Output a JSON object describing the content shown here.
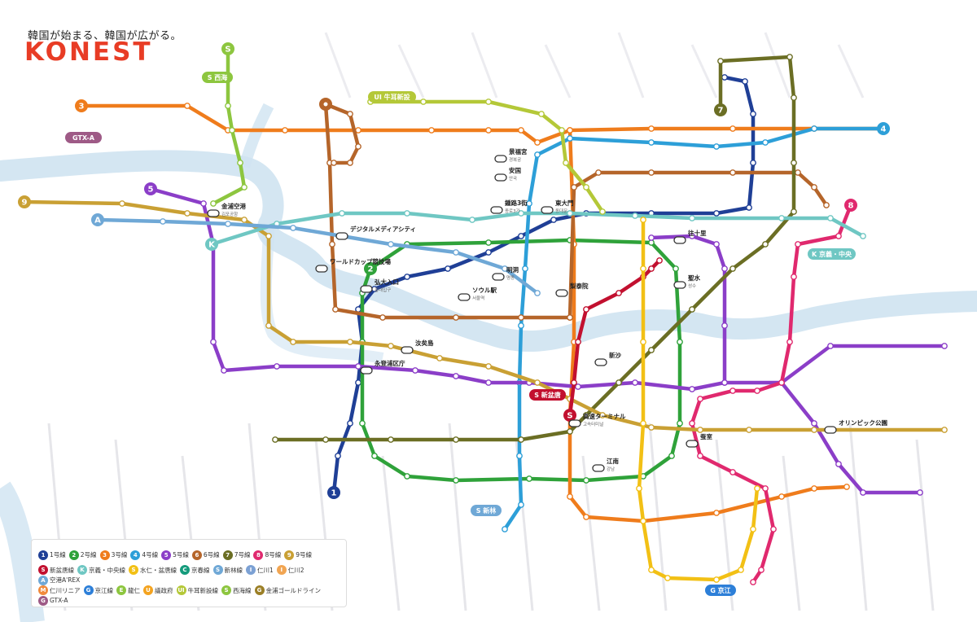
{
  "header": {
    "tagline": "韓国が始まる、韓国が広がる。",
    "logo": "KONEST"
  },
  "colors": {
    "river": "#cfe3f1",
    "line1": "#1f3f96",
    "line2": "#2fa23a",
    "line3": "#ef7c1c",
    "line4": "#2d9fd8",
    "line5": "#8b3ec8",
    "line6": "#b5652a",
    "line7": "#6b6e24",
    "line8": "#e0296e",
    "line9": "#c9a034",
    "shinbundang": "#c2102f",
    "gyeonguijungang": "#6fc7c3",
    "suinbundang": "#f2c015",
    "gyeongchun": "#159b7c",
    "airport": "#6fa8d6",
    "uisinseol": "#b4c838",
    "seohae": "#8dc63f",
    "gimpogold": "#9b7f26",
    "gtxa": "#9e5a86"
  },
  "lines": [
    {
      "id": "line1",
      "badge": "1",
      "color": "#1f3f96",
      "path": [
        [
          410,
          605
        ],
        [
          415,
          560
        ],
        [
          430,
          520
        ],
        [
          440,
          470
        ],
        [
          445,
          420
        ],
        [
          440,
          380
        ],
        [
          460,
          355
        ],
        [
          500,
          340
        ],
        [
          550,
          330
        ],
        [
          600,
          310
        ],
        [
          640,
          290
        ],
        [
          680,
          270
        ],
        [
          720,
          262
        ],
        [
          800,
          262
        ],
        [
          880,
          262
        ],
        [
          920,
          255
        ],
        [
          925,
          200
        ],
        [
          925,
          140
        ],
        [
          915,
          100
        ],
        [
          890,
          95
        ]
      ]
    },
    {
      "id": "line2",
      "badge": "2",
      "color": "#2fa23a",
      "path": [
        [
          455,
          330
        ],
        [
          500,
          300
        ],
        [
          600,
          298
        ],
        [
          700,
          295
        ],
        [
          800,
          298
        ],
        [
          830,
          330
        ],
        [
          835,
          420
        ],
        [
          835,
          520
        ],
        [
          825,
          560
        ],
        [
          790,
          585
        ],
        [
          720,
          590
        ],
        [
          650,
          588
        ],
        [
          560,
          590
        ],
        [
          500,
          585
        ],
        [
          460,
          560
        ],
        [
          445,
          520
        ],
        [
          445,
          420
        ],
        [
          445,
          360
        ],
        [
          455,
          330
        ]
      ]
    },
    {
      "id": "line3",
      "badge": "3",
      "color": "#ef7c1c",
      "path": [
        [
          100,
          130
        ],
        [
          230,
          130
        ],
        [
          280,
          160
        ],
        [
          350,
          160
        ],
        [
          440,
          160
        ],
        [
          530,
          160
        ],
        [
          600,
          160
        ],
        [
          640,
          160
        ],
        [
          660,
          175
        ],
        [
          700,
          160
        ],
        [
          800,
          158
        ],
        [
          900,
          158
        ],
        [
          1000,
          158
        ],
        [
          1085,
          158
        ]
      ]
    },
    {
      "id": "line3b",
      "badge": "",
      "color": "#ef7c1c",
      "path": [
        [
          700,
          160
        ],
        [
          705,
          300
        ],
        [
          705,
          420
        ],
        [
          700,
          510
        ],
        [
          700,
          610
        ],
        [
          720,
          635
        ],
        [
          790,
          640
        ],
        [
          880,
          630
        ],
        [
          960,
          610
        ],
        [
          1000,
          600
        ],
        [
          1040,
          598
        ]
      ]
    },
    {
      "id": "line4",
      "badge": "4",
      "color": "#2d9fd8",
      "path": [
        [
          1085,
          158
        ],
        [
          1000,
          158
        ],
        [
          940,
          175
        ],
        [
          880,
          180
        ],
        [
          800,
          175
        ],
        [
          700,
          170
        ],
        [
          660,
          190
        ],
        [
          650,
          250
        ],
        [
          645,
          330
        ],
        [
          640,
          400
        ],
        [
          638,
          470
        ],
        [
          638,
          560
        ],
        [
          640,
          620
        ],
        [
          620,
          650
        ]
      ]
    },
    {
      "id": "line5",
      "badge": "5",
      "color": "#8b3ec8",
      "path": [
        [
          185,
          232
        ],
        [
          250,
          250
        ],
        [
          262,
          300
        ],
        [
          262,
          420
        ],
        [
          275,
          455
        ],
        [
          340,
          450
        ],
        [
          440,
          450
        ],
        [
          510,
          455
        ],
        [
          560,
          462
        ],
        [
          600,
          470
        ],
        [
          650,
          470
        ],
        [
          710,
          475
        ],
        [
          780,
          470
        ],
        [
          850,
          478
        ],
        [
          890,
          470
        ],
        [
          890,
          400
        ],
        [
          890,
          330
        ],
        [
          880,
          300
        ],
        [
          850,
          290
        ],
        [
          800,
          292
        ]
      ]
    },
    {
      "id": "line5b",
      "badge": "",
      "color": "#8b3ec8",
      "path": [
        [
          890,
          470
        ],
        [
          960,
          470
        ],
        [
          1020,
          425
        ],
        [
          1160,
          425
        ]
      ]
    },
    {
      "id": "line5c",
      "badge": "",
      "color": "#8b3ec8",
      "path": [
        [
          960,
          470
        ],
        [
          1000,
          520
        ],
        [
          1030,
          570
        ],
        [
          1060,
          605
        ],
        [
          1130,
          605
        ]
      ]
    },
    {
      "id": "line6",
      "badge": "6",
      "color": "#b5652a",
      "path": [
        [
          400,
          128
        ],
        [
          405,
          200
        ],
        [
          408,
          300
        ],
        [
          412,
          380
        ],
        [
          470,
          390
        ],
        [
          560,
          390
        ],
        [
          640,
          390
        ],
        [
          700,
          390
        ]
      ]
    },
    {
      "id": "line6b",
      "badge": "",
      "color": "#b5652a",
      "path": [
        [
          700,
          390
        ],
        [
          705,
          230
        ],
        [
          735,
          212
        ],
        [
          800,
          212
        ],
        [
          900,
          212
        ],
        [
          980,
          212
        ],
        [
          1000,
          230
        ],
        [
          1015,
          252
        ]
      ]
    },
    {
      "id": "line6c",
      "badge": "",
      "color": "#b5652a",
      "path": [
        [
          400,
          128
        ],
        [
          430,
          140
        ],
        [
          440,
          180
        ],
        [
          430,
          200
        ],
        [
          410,
          200
        ]
      ]
    },
    {
      "id": "line7",
      "badge": "7",
      "color": "#6b6e24",
      "path": [
        [
          885,
          135
        ],
        [
          885,
          75
        ],
        [
          970,
          70
        ],
        [
          975,
          120
        ],
        [
          975,
          200
        ],
        [
          975,
          260
        ],
        [
          940,
          300
        ],
        [
          900,
          330
        ],
        [
          850,
          380
        ],
        [
          800,
          430
        ],
        [
          760,
          470
        ],
        [
          720,
          510
        ],
        [
          700,
          530
        ],
        [
          640,
          540
        ],
        [
          560,
          540
        ],
        [
          480,
          540
        ],
        [
          400,
          540
        ],
        [
          338,
          540
        ]
      ]
    },
    {
      "id": "line8",
      "badge": "8",
      "color": "#e0296e",
      "path": [
        [
          1045,
          252
        ],
        [
          1030,
          290
        ],
        [
          980,
          300
        ],
        [
          975,
          340
        ],
        [
          970,
          420
        ],
        [
          960,
          470
        ],
        [
          930,
          480
        ],
        [
          900,
          480
        ],
        [
          860,
          490
        ],
        [
          850,
          520
        ],
        [
          860,
          560
        ],
        [
          900,
          580
        ],
        [
          940,
          600
        ],
        [
          950,
          650
        ],
        [
          935,
          700
        ],
        [
          925,
          715
        ]
      ]
    },
    {
      "id": "line9",
      "badge": "9",
      "color": "#c9a034",
      "path": [
        [
          30,
          248
        ],
        [
          150,
          250
        ],
        [
          230,
          262
        ],
        [
          300,
          270
        ],
        [
          330,
          290
        ],
        [
          330,
          400
        ],
        [
          360,
          420
        ],
        [
          430,
          420
        ],
        [
          480,
          425
        ],
        [
          540,
          440
        ],
        [
          600,
          450
        ],
        [
          660,
          470
        ],
        [
          700,
          490
        ],
        [
          740,
          510
        ],
        [
          800,
          525
        ],
        [
          860,
          528
        ],
        [
          920,
          528
        ],
        [
          1000,
          528
        ],
        [
          1160,
          528
        ]
      ]
    },
    {
      "id": "shin",
      "badge": "S",
      "color": "#c2102f",
      "path": [
        [
          700,
          510
        ],
        [
          705,
          470
        ],
        [
          710,
          420
        ],
        [
          720,
          380
        ],
        [
          760,
          360
        ],
        [
          790,
          340
        ],
        [
          800,
          330
        ],
        [
          810,
          320
        ]
      ]
    },
    {
      "id": "gj",
      "badge": "K",
      "color": "#6fc7c3",
      "path": [
        [
          260,
          300
        ],
        [
          340,
          275
        ],
        [
          420,
          262
        ],
        [
          500,
          262
        ],
        [
          580,
          270
        ],
        [
          640,
          262
        ],
        [
          700,
          262
        ],
        [
          780,
          265
        ],
        [
          850,
          268
        ],
        [
          960,
          268
        ],
        [
          1020,
          268
        ],
        [
          1060,
          290
        ]
      ]
    },
    {
      "id": "suin",
      "badge": "",
      "color": "#f2c015",
      "path": [
        [
          790,
          270
        ],
        [
          790,
          330
        ],
        [
          790,
          420
        ],
        [
          790,
          520
        ],
        [
          785,
          600
        ],
        [
          790,
          640
        ],
        [
          800,
          700
        ],
        [
          820,
          710
        ],
        [
          880,
          712
        ],
        [
          910,
          700
        ],
        [
          925,
          650
        ],
        [
          930,
          600
        ]
      ]
    },
    {
      "id": "uisinseol",
      "badge": "",
      "color": "#b4c838",
      "path": [
        [
          455,
          125
        ],
        [
          520,
          125
        ],
        [
          600,
          125
        ],
        [
          665,
          140
        ],
        [
          690,
          160
        ],
        [
          695,
          200
        ],
        [
          720,
          230
        ],
        [
          740,
          260
        ]
      ]
    },
    {
      "id": "airport",
      "badge": "A",
      "color": "#6fa8d6",
      "path": [
        [
          120,
          270
        ],
        [
          200,
          272
        ],
        [
          280,
          275
        ],
        [
          360,
          280
        ],
        [
          420,
          290
        ],
        [
          480,
          300
        ],
        [
          560,
          310
        ],
        [
          620,
          330
        ],
        [
          660,
          360
        ]
      ]
    },
    {
      "id": "seohae",
      "badge": "S",
      "color": "#8dc63f",
      "path": [
        [
          280,
          60
        ],
        [
          280,
          130
        ],
        [
          285,
          160
        ],
        [
          295,
          200
        ],
        [
          300,
          230
        ],
        [
          262,
          250
        ]
      ]
    }
  ],
  "stations": [
    {
      "name": "金浦空港",
      "sub": "김포공항",
      "transfer": true
    },
    {
      "name": "弘大入口",
      "sub": "홍대입구",
      "transfer": true
    },
    {
      "name": "ソウル駅",
      "sub": "서울역",
      "transfer": true
    },
    {
      "name": "明洞",
      "sub": "명동",
      "transfer": false
    },
    {
      "name": "鍾路3街",
      "sub": "종로3가",
      "transfer": true
    },
    {
      "name": "東大門",
      "sub": "동대문",
      "transfer": true
    },
    {
      "name": "景福宮",
      "sub": "경복궁",
      "transfer": false
    },
    {
      "name": "安国",
      "sub": "안국",
      "transfer": false
    },
    {
      "name": "聖水",
      "sub": "성수",
      "transfer": false
    },
    {
      "name": "江南",
      "sub": "강남",
      "transfer": false
    },
    {
      "name": "高速ターミナル",
      "sub": "고속터미널",
      "transfer": true
    },
    {
      "name": "デジタルメディアシティ",
      "sub": "",
      "transfer": true
    },
    {
      "name": "ワールドカップ競技場",
      "sub": "",
      "transfer": false
    },
    {
      "name": "永登浦区庁",
      "sub": "",
      "transfer": true
    },
    {
      "name": "汝矣島",
      "sub": "",
      "transfer": true
    },
    {
      "name": "蚕室",
      "sub": "",
      "transfer": true
    },
    {
      "name": "オリンピック公園",
      "sub": "",
      "transfer": true
    },
    {
      "name": "往十里",
      "sub": "",
      "transfer": true
    },
    {
      "name": "梨泰院",
      "sub": "",
      "transfer": false
    },
    {
      "name": "新沙",
      "sub": "",
      "transfer": false
    }
  ],
  "map_tags": [
    {
      "text": "S 西海",
      "color": "#8dc63f"
    },
    {
      "text": "UI 牛耳新設",
      "color": "#b4c838"
    },
    {
      "text": "GTX-A",
      "color": "#9e5a86"
    },
    {
      "text": "S 新盆唐",
      "color": "#c2102f"
    },
    {
      "text": "S 新林",
      "color": "#6fa8d6"
    },
    {
      "text": "K 京義・中央",
      "color": "#6fc7c3"
    },
    {
      "text": "G 京江",
      "color": "#2d7fd8"
    }
  ],
  "legend": {
    "rows": [
      [
        {
          "badge": "1",
          "label": "1号線",
          "color": "#1f3f96"
        },
        {
          "badge": "2",
          "label": "2号線",
          "color": "#2fa23a"
        },
        {
          "badge": "3",
          "label": "3号線",
          "color": "#ef7c1c"
        },
        {
          "badge": "4",
          "label": "4号線",
          "color": "#2d9fd8"
        },
        {
          "badge": "5",
          "label": "5号線",
          "color": "#8b3ec8"
        },
        {
          "badge": "6",
          "label": "6号線",
          "color": "#b5652a"
        },
        {
          "badge": "7",
          "label": "7号線",
          "color": "#6b6e24"
        },
        {
          "badge": "8",
          "label": "8号線",
          "color": "#e0296e"
        },
        {
          "badge": "9",
          "label": "9号線",
          "color": "#c9a034"
        }
      ],
      [
        {
          "badge": "S",
          "label": "新盆唐線",
          "color": "#c2102f"
        },
        {
          "badge": "K",
          "label": "京義・中央線",
          "color": "#6fc7c3"
        },
        {
          "badge": "S",
          "label": "水仁・盆唐線",
          "color": "#f2c015"
        },
        {
          "badge": "C",
          "label": "京春線",
          "color": "#159b7c"
        },
        {
          "badge": "S",
          "label": "新林線",
          "color": "#6fa8d6"
        },
        {
          "badge": "I",
          "label": "仁川1",
          "color": "#7ca1d4"
        },
        {
          "badge": "I",
          "label": "仁川2",
          "color": "#f1a552"
        },
        {
          "badge": "A",
          "label": "空港A'REX",
          "color": "#6fa8d6"
        }
      ],
      [
        {
          "badge": "M",
          "label": "仁川リニア",
          "color": "#f18a3c"
        },
        {
          "badge": "G",
          "label": "京江線",
          "color": "#2d7fd8"
        },
        {
          "badge": "E",
          "label": "龍仁",
          "color": "#8dc63f"
        },
        {
          "badge": "U",
          "label": "議政府",
          "color": "#f4a31f"
        },
        {
          "badge": "UI",
          "label": "牛耳新設線",
          "color": "#b4c838"
        },
        {
          "badge": "S",
          "label": "西海線",
          "color": "#8dc63f"
        },
        {
          "badge": "G",
          "label": "金浦ゴールドライン",
          "color": "#9b7f26"
        },
        {
          "badge": "G",
          "label": "GTX-A",
          "color": "#9e5a86"
        }
      ]
    ]
  }
}
